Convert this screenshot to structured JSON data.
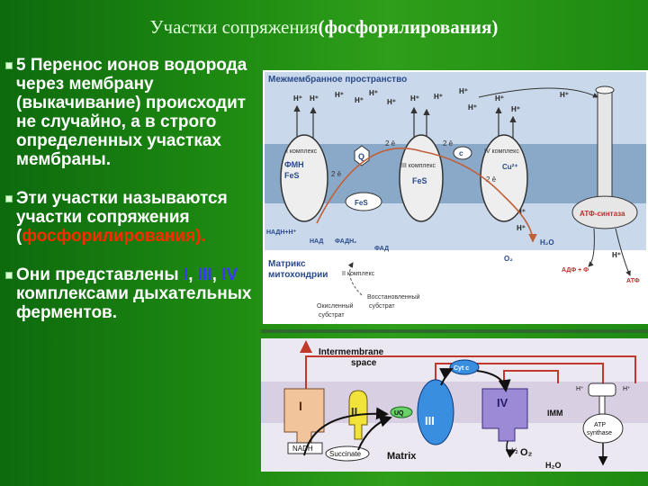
{
  "title": {
    "main": "Участки сопряжения",
    "open": "(",
    "highlight": "фосфорилирования",
    "close": ")"
  },
  "text": {
    "p1": "5 Перенос ионов водорода через мембрану (выкачивание) происходит не случайно, а в строго определенных участках мембраны.",
    "p2_a": "Эти участки называются участки сопряжения (",
    "p2_red": "фосфорилирования).",
    "p3_a": "Они представлены ",
    "p3_i": "I",
    "p3_sep1": ", ",
    "p3_iii": "III",
    "p3_sep2": ", ",
    "p3_iv": "IV",
    "p3_b": " комплексами дыхательных ферментов."
  },
  "diagram1": {
    "intermembrane": "Межмембранное пространство",
    "matrix_1": "Матрикс",
    "matrix_2": "митохондрии",
    "h_plus": "H⁺",
    "complex1": "I комплекс",
    "complex2": "II комплекс",
    "complex3": "III комплекс",
    "complex4": "IV комплекс",
    "fmn": "ФМН",
    "fes": "FeS",
    "q": "Q",
    "c": "c",
    "cu": "Cu²⁺",
    "two_e": "2 ē",
    "nadh": "НАДН+Н⁺",
    "nad": "НАД",
    "fadh2": "ФАДН₂",
    "fad": "ФАД",
    "oxidized_1": "Окисленный",
    "oxidized_2": "субстрат",
    "reduced_1": "Восстановленный",
    "reduced_2": "субстрат",
    "h2o": "H₂O",
    "o2": "O₂",
    "atp_synthase": "АТФ-синтаза",
    "adp": "АДФ + Ф",
    "atp": "АТФ"
  },
  "diagram2": {
    "intermembrane_1": "Intermembrane",
    "intermembrane_2": "space",
    "matrix": "Matrix",
    "imm": "IMM",
    "c1": "I",
    "c2": "II",
    "c3": "III",
    "c4": "IV",
    "uq": "UQ",
    "cytc": "Cyt c",
    "nadh": "NADH",
    "succinate": "Succinate",
    "half": "½",
    "o2": "O₂",
    "h2o": "H₂O",
    "h_plus": "H⁺",
    "atp_1": "ATP",
    "atp_2": "synthase"
  },
  "colors": {
    "background": "#1e8a12",
    "accent_red": "#ff2a00",
    "accent_blue": "#3a3aff",
    "arrow_red": "#c0392b"
  }
}
